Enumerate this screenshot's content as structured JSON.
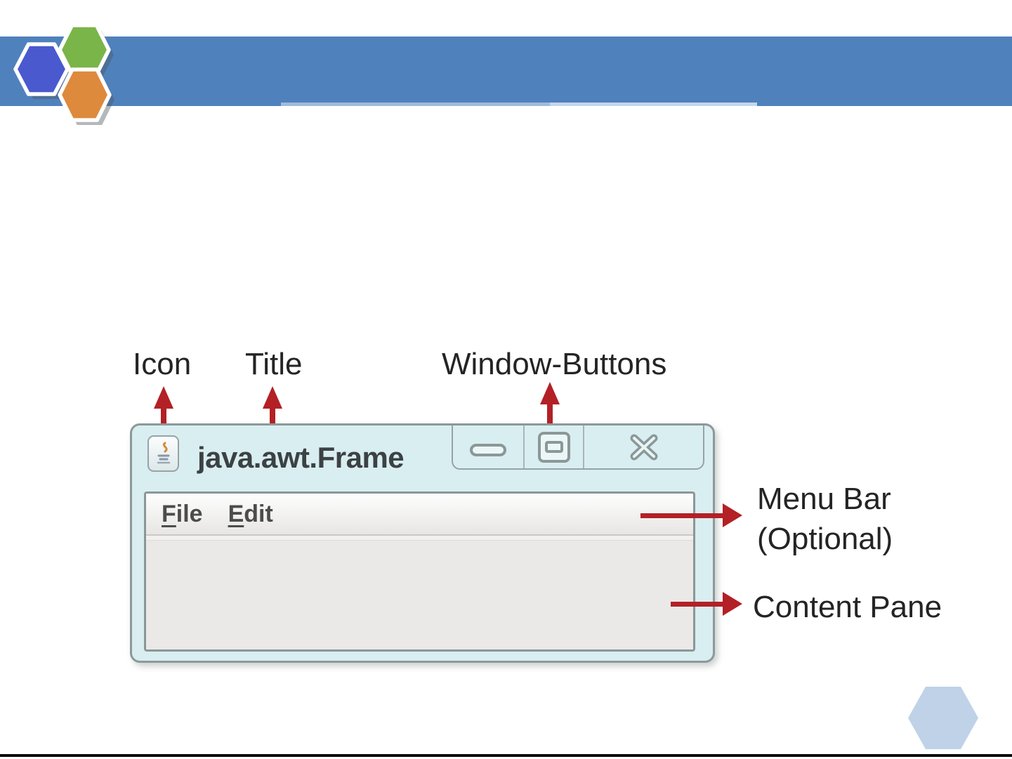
{
  "slide_type": "annotated diagram of a java.awt.Frame window",
  "colors": {
    "banner_blue": "#4f81bd",
    "hex_green": "#7ab54a",
    "hex_blue": "#4a59ce",
    "hex_orange": "#dd8a3c",
    "hex_light_blue": "#bfd2e8",
    "titlebar_bg": "#d9eef1",
    "frame_border": "#8d9999",
    "content_bg": "#eae9e7",
    "arrow_red": "#b32025",
    "label_color": "#242424"
  },
  "annotations": {
    "icon_label": "Icon",
    "title_label": "Title",
    "window_buttons_label": "Window-Buttons",
    "menu_bar_label_line1": "Menu Bar",
    "menu_bar_label_line2": "(Optional)",
    "content_pane_label": "Content Pane"
  },
  "frame": {
    "title": "java.awt.Frame",
    "icon_name": "java-logo-icon",
    "window_buttons": [
      {
        "name": "minimize-button"
      },
      {
        "name": "maximize-button"
      },
      {
        "name": "close-button"
      }
    ],
    "menu_items": [
      {
        "mnemonic": "F",
        "rest": "ile",
        "label": "File"
      },
      {
        "mnemonic": "E",
        "rest": "dit",
        "label": "Edit"
      }
    ]
  }
}
